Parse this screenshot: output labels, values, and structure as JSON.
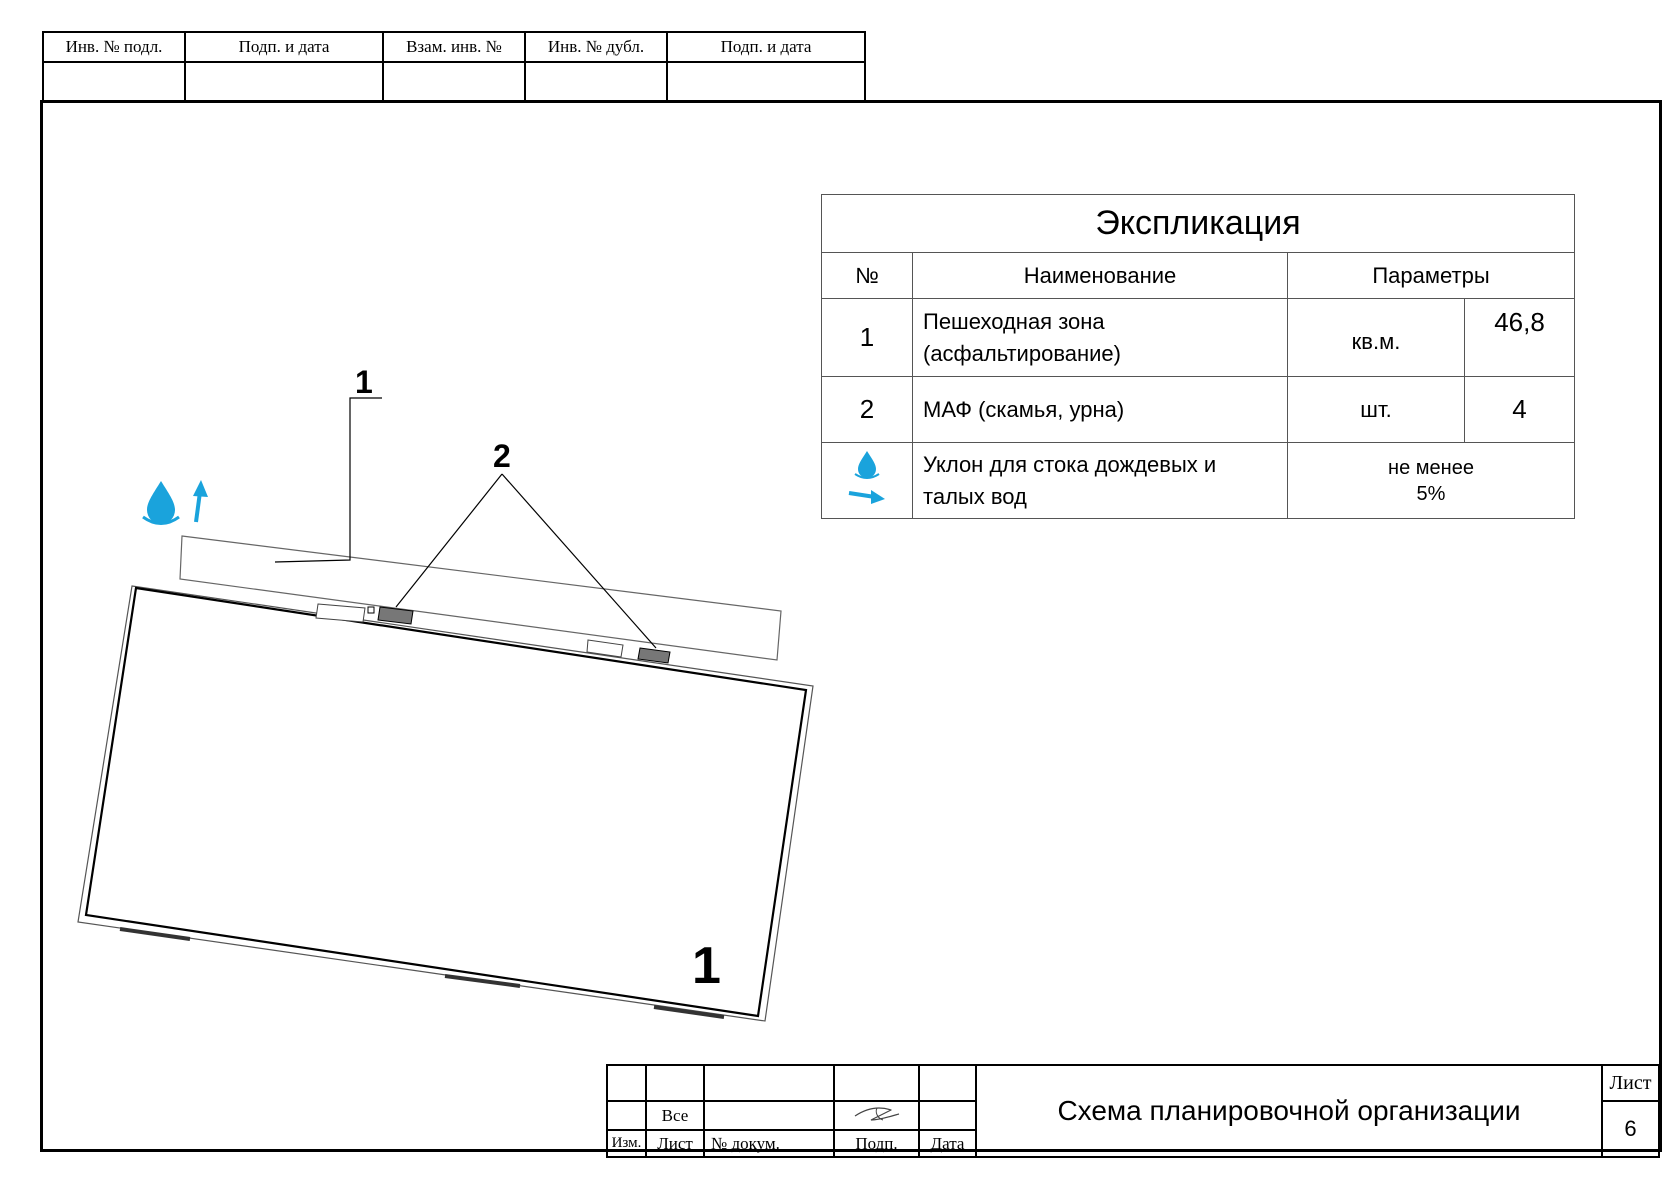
{
  "top_stamp": {
    "headers": [
      "Инв. № подл.",
      "Подп. и дата",
      "Взам. инв. №",
      "Инв. № дубл.",
      "Подп. и дата"
    ]
  },
  "explication": {
    "title": "Экспликация",
    "col_no": "№",
    "col_name": "Наименование",
    "col_params": "Параметры",
    "rows": [
      {
        "no": "1",
        "name_l1": "Пешеходная зона",
        "name_l2": "(асфальтирование)",
        "unit": "кв.м.",
        "value": "46,8"
      },
      {
        "no": "2",
        "name": "МАФ (скамья, урна)",
        "unit": "шт.",
        "value": "4"
      },
      {
        "name_l1": "Уклон для стока дождевых и",
        "name_l2": "талых вод",
        "param_l1": "не менее",
        "param_l2": "5%"
      }
    ]
  },
  "drawing": {
    "callout_1_top": "1",
    "callout_2": "2",
    "label_1_bottom": "1"
  },
  "colors": {
    "accent_blue": "#1aa3dc",
    "line": "#000000"
  },
  "icons": {
    "water_drop": "water-drop-icon",
    "slope_arrow_up": "arrow-up-icon",
    "slope_arrow_right": "arrow-right-icon",
    "signature": "signature-mark"
  },
  "title_block": {
    "vse": "Все",
    "izm": "Изм.",
    "list": "Лист",
    "dokum": "№ докум.",
    "podp": "Подп.",
    "data": "Дата",
    "title": "Схема планировочной организации",
    "sheet_label": "Лист",
    "sheet_no": "6"
  }
}
